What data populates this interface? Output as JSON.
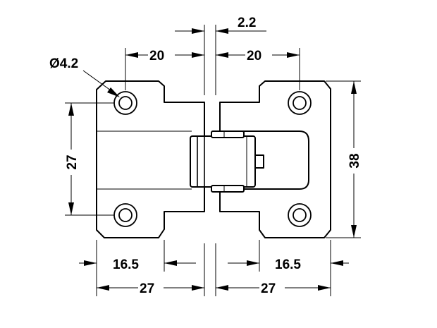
{
  "dimensions": {
    "gap": "2.2",
    "hole_diameter": "Ø4.2",
    "hole_offset_left": "20",
    "hole_offset_right": "20",
    "hole_pitch_vertical": "27",
    "overall_height": "38",
    "inner_width_left": "16.5",
    "inner_width_right": "16.5",
    "overall_width_left": "27",
    "overall_width_right": "27"
  },
  "colors": {
    "line": "#000000",
    "background": "#ffffff"
  }
}
